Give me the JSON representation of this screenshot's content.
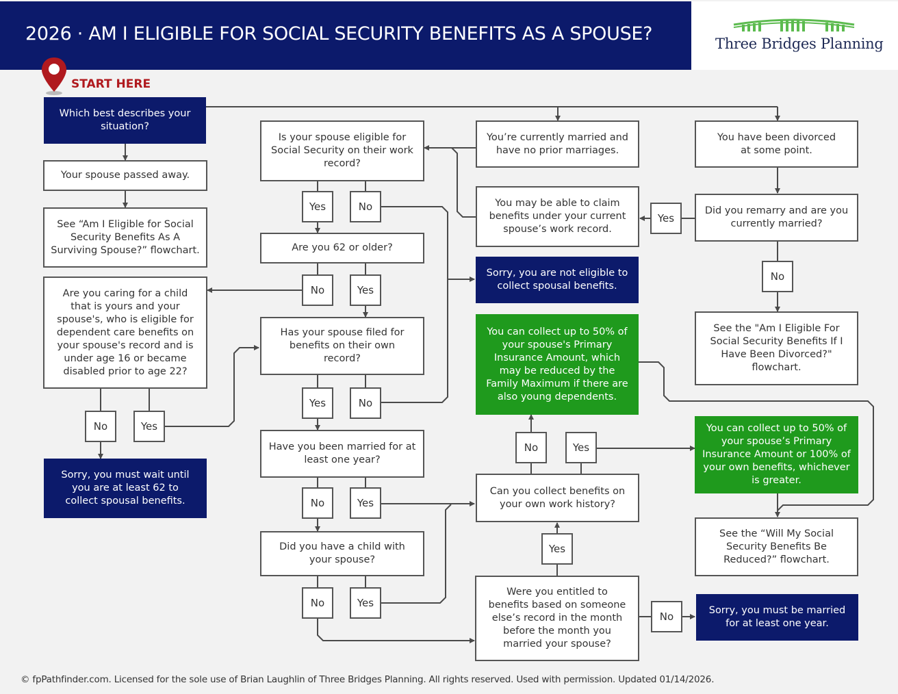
{
  "header": {
    "title": "2026 · AM I ELIGIBLE FOR SOCIAL SECURITY BENEFITS AS A SPOUSE?",
    "brand_color": "#0c1a6b"
  },
  "logo": {
    "name": "Three Bridges Planning",
    "icon": "bridge-icon",
    "color": "#5cbb4f"
  },
  "start": {
    "label": "START HERE",
    "icon": "map-pin-icon",
    "color": "#b0191e"
  },
  "nodes": {
    "situation": "Which best describes your situation?",
    "passed_away": "Your spouse passed away.",
    "see_surviving": "See “Am I Eligible for Social Security Benefits As A Surviving Spouse?” flowchart.",
    "caring_child": "Are you caring for a child that is yours and your spouse's, who is eligible for dependent care benefits on your spouse's record and is under age 16 or became disabled prior to age 22?",
    "wait_62": "Sorry, you must wait until you are at least 62 to collect spousal benefits.",
    "spouse_eligible": "Is your spouse eligible for Social Security on their work record?",
    "age_62": "Are you 62 or older?",
    "spouse_filed": "Has your spouse filed for benefits on their own record?",
    "married_one_year": "Have you been married for at least one year?",
    "child_with_spouse": "Did you have a child with your spouse?",
    "currently_married": "You’re currently married and have no prior marriages.",
    "may_claim_current": "You may be able to claim benefits under your current spouse’s work record.",
    "not_eligible": "Sorry, you are not eligible to collect spousal benefits.",
    "collect_50_family": "You can collect up to 50% of your spouse's Primary Insurance Amount, which may be reduced by the Family Maximum if there are also young dependents.",
    "own_work_history": "Can you collect benefits on your own work history?",
    "entitled_before": "Were you entitled to benefits based on someone else’s record in the month before the month you married your spouse?",
    "divorced": "You have been divorced at some point.",
    "remarried": "Did you remarry and are you currently married?",
    "see_divorced": "See the \"Am I Eligible For Social Security Benefits If I Have Been Divorced?\" flowchart.",
    "collect_50_or_100": "You can collect up to 50% of your spouse’s Primary Insurance Amount or 100% of your own benefits, whichever is greater.",
    "see_reduced": "See the “Will My Social Security Benefits Be Reduced?” flowchart.",
    "married_one_year_sorry": "Sorry, you must be married for at least one year."
  },
  "answers": {
    "yes": "Yes",
    "no": "No"
  },
  "colors": {
    "navy": "#0c1a6b",
    "green": "#1f9a1d",
    "line": "#4a4a4a"
  },
  "footer": "© fpPathfinder.com. Licensed for the sole use of Brian Laughlin of Three Bridges Planning. All rights reserved. Used with permission. Updated 01/14/2026."
}
